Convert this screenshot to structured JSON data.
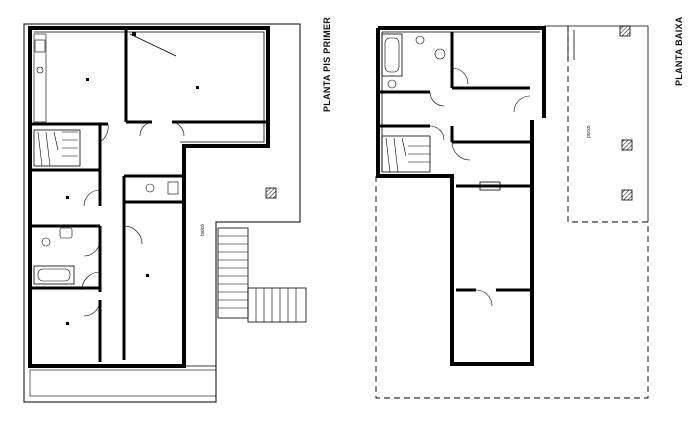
{
  "labels": {
    "upper_floor": "PLANTA PIS PRIMER",
    "ground_floor": "PLANTA BAIXA",
    "balcony_note": "balcó",
    "porch_note": "porxo"
  }
}
